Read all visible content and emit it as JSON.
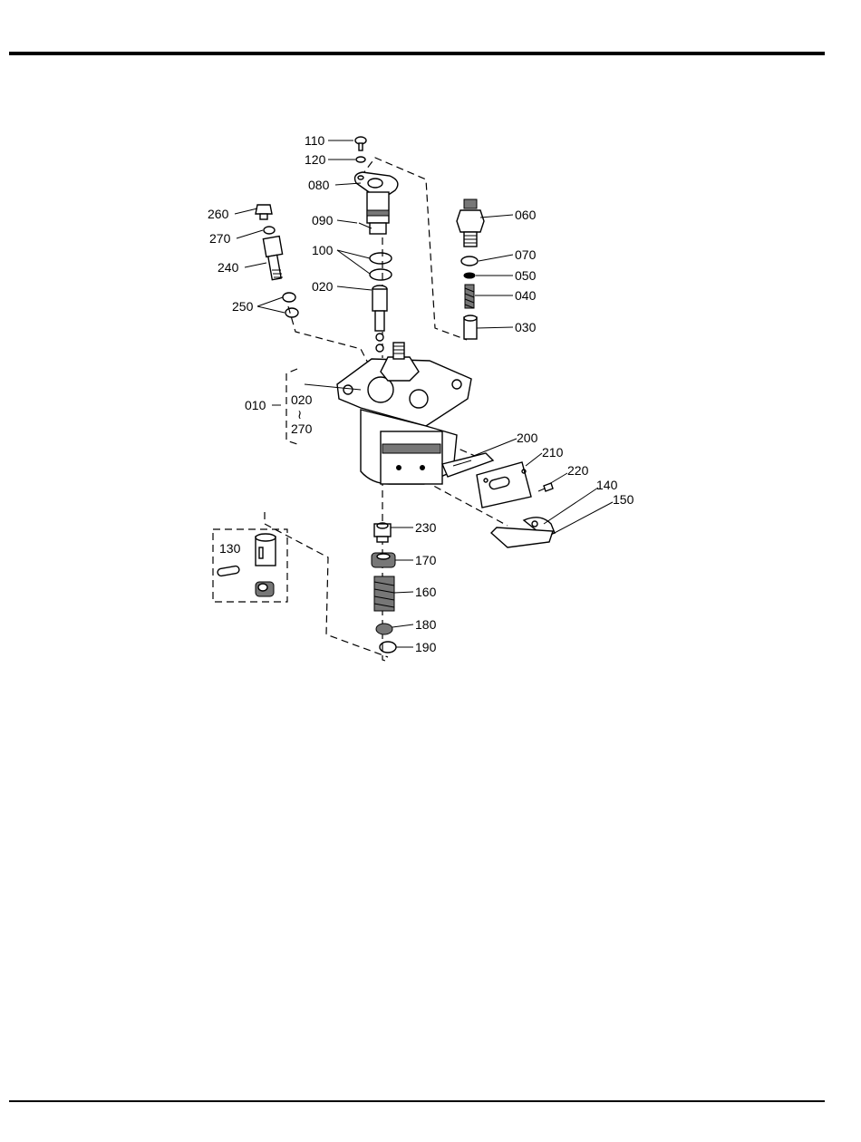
{
  "labels": {
    "p110": "110",
    "p120": "120",
    "p080": "080",
    "p090": "090",
    "p100": "100",
    "p020": "020",
    "p060": "060",
    "p070": "070",
    "p050": "050",
    "p040": "040",
    "p030": "030",
    "p260": "260",
    "p270": "270",
    "p240": "240",
    "p250": "250",
    "p010": "010",
    "range_from": "020",
    "range_sep": "≀",
    "range_to": "270",
    "p200": "200",
    "p210": "210",
    "p220": "220",
    "p140": "140",
    "p150": "150",
    "p130": "130",
    "p230": "230",
    "p170": "170",
    "p160": "160",
    "p180": "180",
    "p190": "190"
  }
}
